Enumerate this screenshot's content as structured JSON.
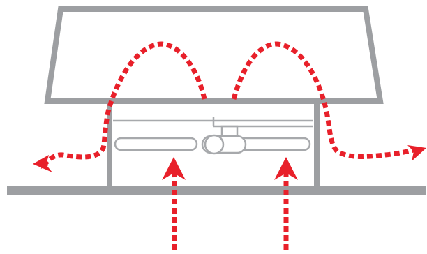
{
  "diagram": {
    "subject": "fan airflow",
    "colors": {
      "structure": "#9d9fa2",
      "fan": "#a7a9ac",
      "airflow": "#e8202a",
      "background": "#ffffff"
    },
    "airflow_paths": [
      "left-loop",
      "right-loop",
      "left-intake",
      "right-intake"
    ]
  }
}
